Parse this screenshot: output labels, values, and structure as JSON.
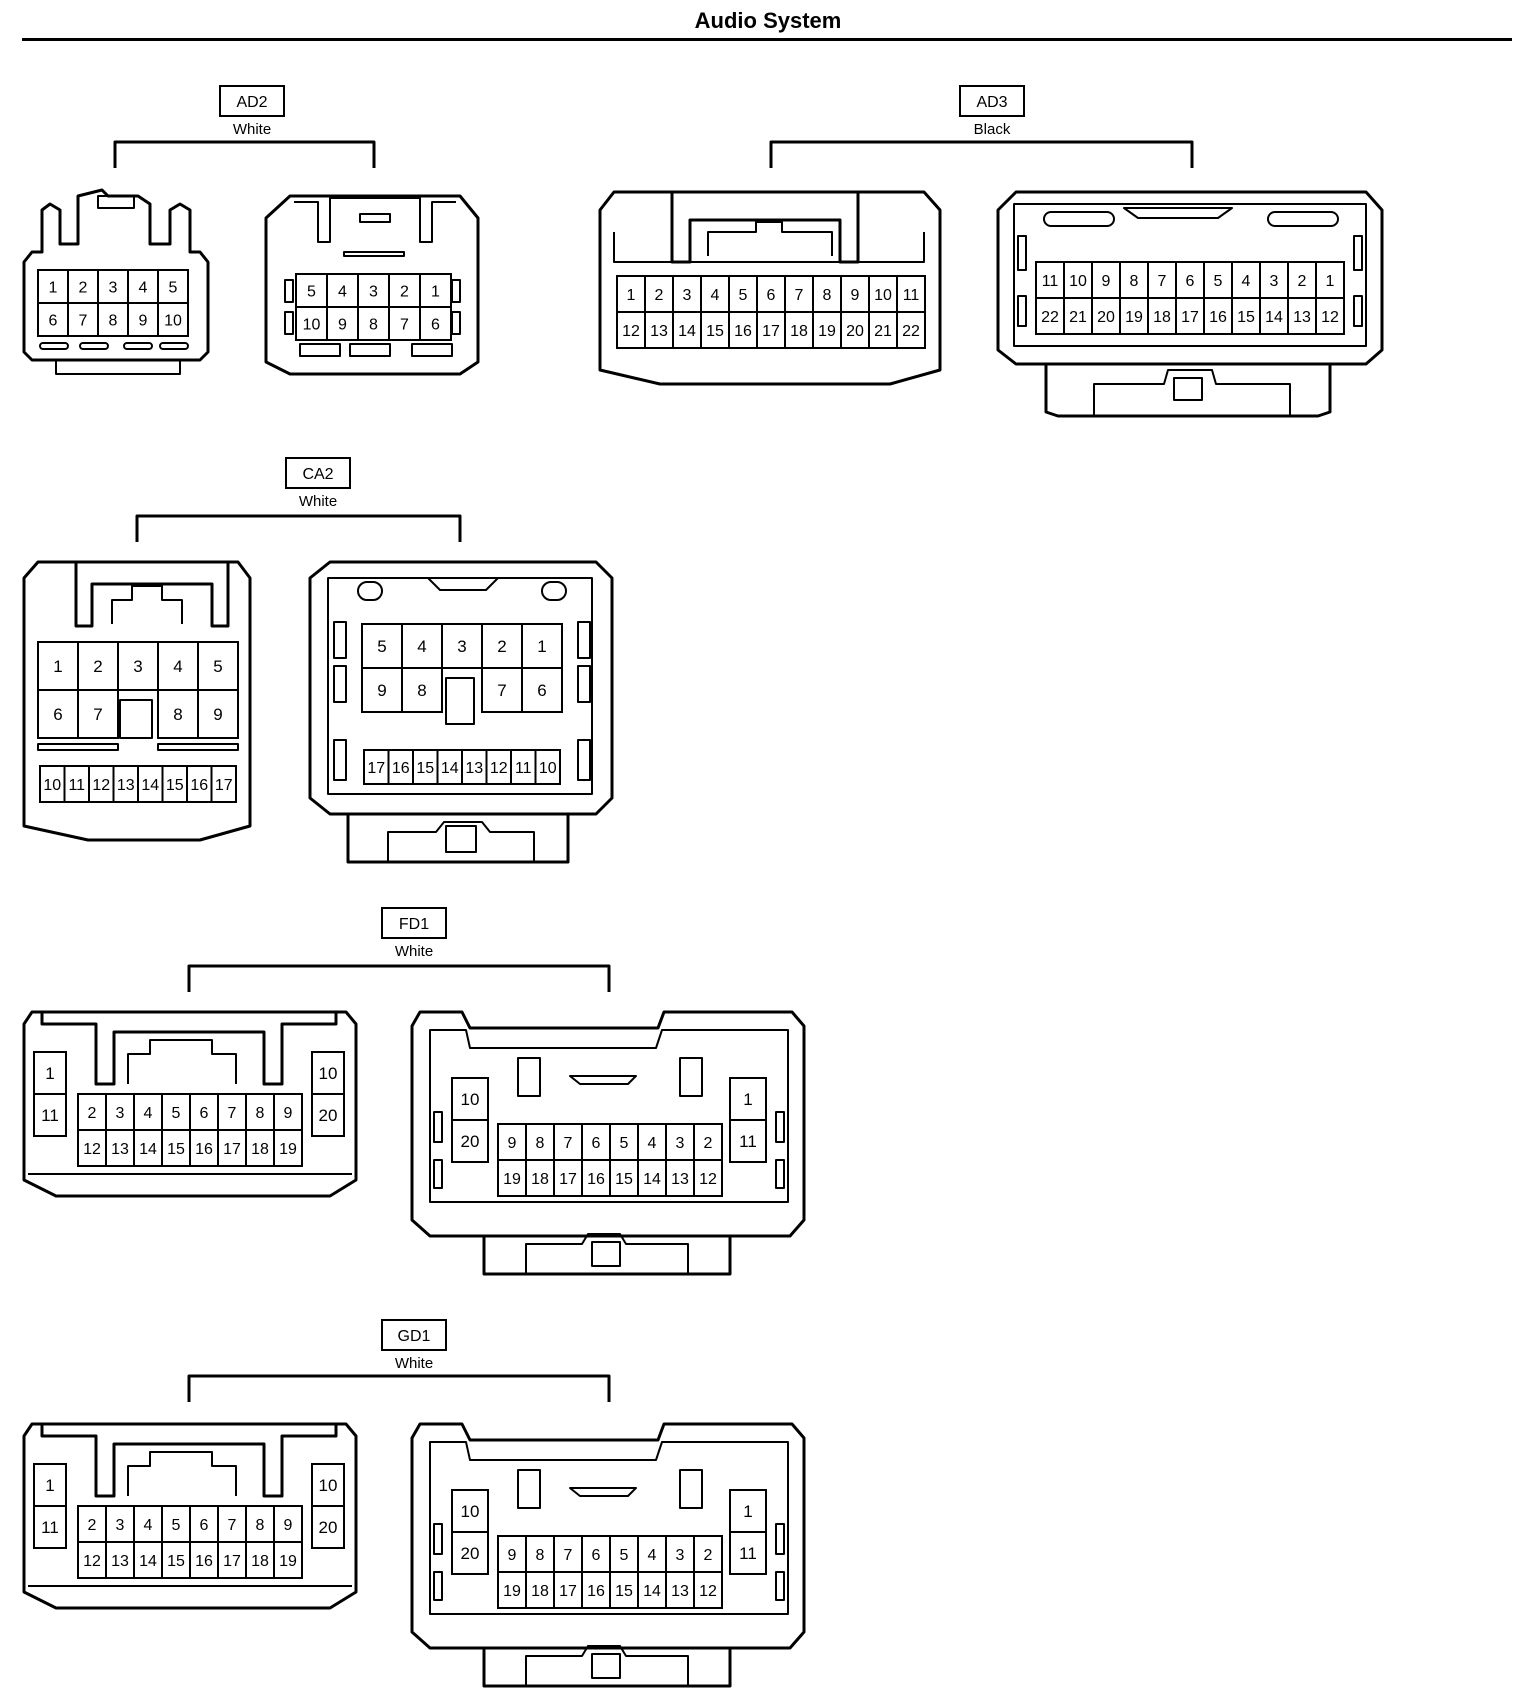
{
  "page": {
    "title": "Audio System"
  },
  "connectors": [
    {
      "id": "AD2",
      "color": "White",
      "views": [
        {
          "shape": "ad2-left",
          "rows": [
            [
              "1",
              "2",
              "3",
              "4",
              "5"
            ],
            [
              "6",
              "7",
              "8",
              "9",
              "10"
            ]
          ]
        },
        {
          "shape": "ad2-right",
          "rows": [
            [
              "5",
              "4",
              "3",
              "2",
              "1"
            ],
            [
              "10",
              "9",
              "8",
              "7",
              "6"
            ]
          ]
        }
      ]
    },
    {
      "id": "AD3",
      "color": "Black",
      "views": [
        {
          "shape": "ad3-left",
          "rows": [
            [
              "1",
              "2",
              "3",
              "4",
              "5",
              "6",
              "7",
              "8",
              "9",
              "10",
              "11"
            ],
            [
              "12",
              "13",
              "14",
              "15",
              "16",
              "17",
              "18",
              "19",
              "20",
              "21",
              "22"
            ]
          ]
        },
        {
          "shape": "ad3-right",
          "rows": [
            [
              "11",
              "10",
              "9",
              "8",
              "7",
              "6",
              "5",
              "4",
              "3",
              "2",
              "1"
            ],
            [
              "22",
              "21",
              "20",
              "19",
              "18",
              "17",
              "16",
              "15",
              "14",
              "13",
              "12"
            ]
          ]
        }
      ]
    },
    {
      "id": "CA2",
      "color": "White",
      "views": [
        {
          "shape": "ca2-left",
          "rows": [
            [
              "1",
              "2",
              "3",
              "4",
              "5"
            ],
            [
              "6",
              "7",
              "",
              "8",
              "9"
            ],
            [
              "10",
              "11",
              "12",
              "13",
              "14",
              "15",
              "16",
              "17"
            ]
          ]
        },
        {
          "shape": "ca2-right",
          "rows": [
            [
              "5",
              "4",
              "3",
              "2",
              "1"
            ],
            [
              "9",
              "8",
              "",
              "7",
              "6"
            ],
            [
              "17",
              "16",
              "15",
              "14",
              "13",
              "12",
              "11",
              "10"
            ]
          ]
        }
      ]
    },
    {
      "id": "FD1",
      "color": "White",
      "views": [
        {
          "shape": "fd-left",
          "side_left": [
            "1",
            "11"
          ],
          "side_right": [
            "10",
            "20"
          ],
          "rows": [
            [
              "2",
              "3",
              "4",
              "5",
              "6",
              "7",
              "8",
              "9"
            ],
            [
              "12",
              "13",
              "14",
              "15",
              "16",
              "17",
              "18",
              "19"
            ]
          ]
        },
        {
          "shape": "fd-right",
          "side_left": [
            "10",
            "20"
          ],
          "side_right": [
            "1",
            "11"
          ],
          "rows": [
            [
              "9",
              "8",
              "7",
              "6",
              "5",
              "4",
              "3",
              "2"
            ],
            [
              "19",
              "18",
              "17",
              "16",
              "15",
              "14",
              "13",
              "12"
            ]
          ]
        }
      ]
    },
    {
      "id": "GD1",
      "color": "White",
      "views": [
        {
          "shape": "fd-left",
          "side_left": [
            "1",
            "11"
          ],
          "side_right": [
            "10",
            "20"
          ],
          "rows": [
            [
              "2",
              "3",
              "4",
              "5",
              "6",
              "7",
              "8",
              "9"
            ],
            [
              "12",
              "13",
              "14",
              "15",
              "16",
              "17",
              "18",
              "19"
            ]
          ]
        },
        {
          "shape": "fd-right",
          "side_left": [
            "10",
            "20"
          ],
          "side_right": [
            "1",
            "11"
          ],
          "rows": [
            [
              "9",
              "8",
              "7",
              "6",
              "5",
              "4",
              "3",
              "2"
            ],
            [
              "19",
              "18",
              "17",
              "16",
              "15",
              "14",
              "13",
              "12"
            ]
          ]
        }
      ]
    }
  ]
}
